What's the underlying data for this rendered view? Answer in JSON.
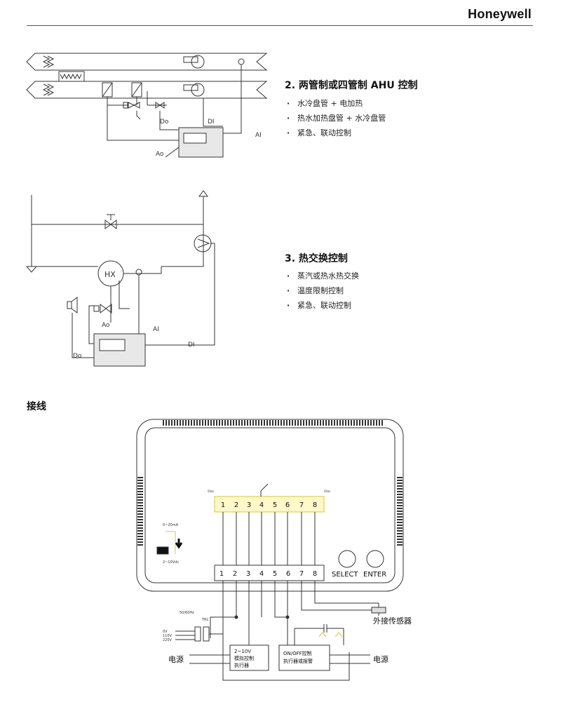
{
  "header": {
    "brand": "Honeywell"
  },
  "section_ahu": {
    "title": "2. 两管制或四管制 AHU 控制",
    "items": [
      "水冷盘管 + 电加热",
      "热水加热盘管 + 水冷盘管",
      "紧急、联动控制"
    ],
    "labels": {
      "do": "Do",
      "di": "DI",
      "ai": "AI",
      "ao": "Ao"
    }
  },
  "section_hx": {
    "title": "3. 热交换控制",
    "items": [
      "蒸汽或热水热交换",
      "温度限制控制",
      "紧急、联动控制"
    ],
    "labels": {
      "hx": "HX",
      "ao": "Ao",
      "ai": "AI",
      "di": "DI",
      "do": "Do"
    }
  },
  "wiring": {
    "title": "接线",
    "top_terminals": [
      "1",
      "2",
      "3",
      "4",
      "5",
      "6",
      "7",
      "8"
    ],
    "bottom_terminals": [
      "1",
      "2",
      "3",
      "4",
      "5",
      "6",
      "7",
      "8"
    ],
    "top_small_labels": [
      "0Vac",
      "0Vac"
    ],
    "jumper_top": "0~20mA",
    "jumper_bottom": "2~10Vdc",
    "select_label": "SELECT",
    "enter_label": "ENTER",
    "power_small": "50/60Hz",
    "trl_label": "TRL",
    "voltages": [
      "0V",
      "110V",
      "220V"
    ],
    "analog_box": [
      "2~10V",
      "模拟控制",
      "执行器"
    ],
    "onoff_box": [
      "ON/OFF控制",
      "执行器或报警"
    ],
    "power_label": "电源",
    "sensor_label": "外接传感器"
  }
}
